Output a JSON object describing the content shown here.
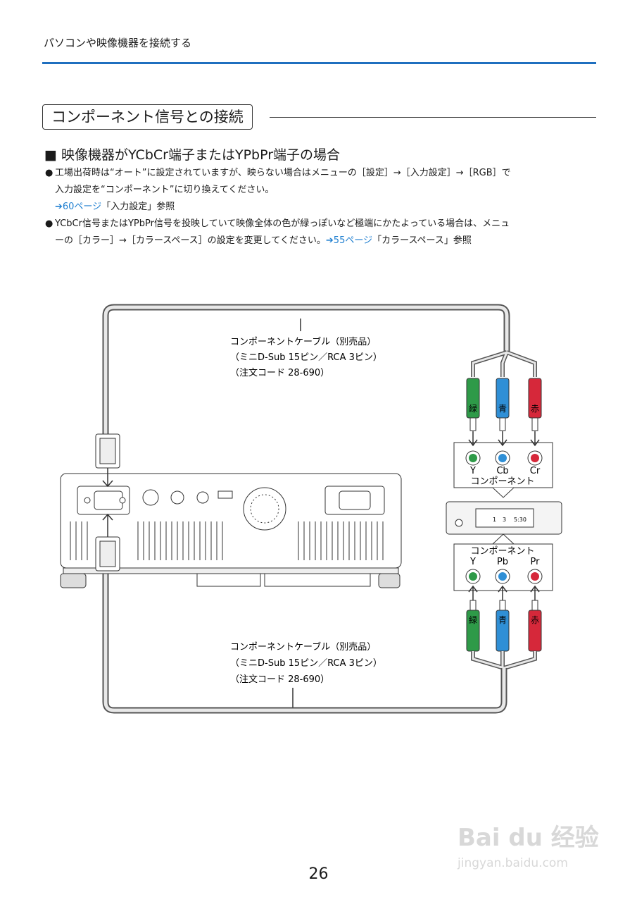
{
  "header": {
    "title": "パソコンや映像機器を接続する"
  },
  "section": {
    "title": "コンポーネント信号との接続"
  },
  "subsection": {
    "title": "■ 映像機器がYCbCr端子またはYPbPr端子の場合"
  },
  "bullets": {
    "b1_line1": "工場出荷時は“オート”に設定されていますが、映らない場合はメニューの［設定］→［入力設定］→［RGB］で",
    "b1_line2": "入力設定を“コンポーネント”に切り換えてください。",
    "b1_ref": "➔60ページ",
    "b1_ref_tail": "「入力設定」参照",
    "b2_line1": "YCbCr信号またはYPbPr信号を投映していて映像全体の色が緑っぽいなど極端にかたよっている場合は、メニュ",
    "b2_line2": "ーの［カラー］→［カラースペース］の設定を変更してください。",
    "b2_ref": "➔55ページ",
    "b2_ref_tail": "「カラースペース」参照",
    "bullet_mark": "●"
  },
  "diagram": {
    "cable_top": {
      "line1": "コンポーネントケーブル（別売品）",
      "line2": "（ミニD-Sub 15ピン／RCA 3ピン）",
      "line3": "（注文コード 28-690）"
    },
    "cable_bottom": {
      "line1": "コンポーネントケーブル（別売品）",
      "line2": "（ミニD-Sub 15ピン／RCA 3ピン）",
      "line3": "（注文コード 28-690）"
    },
    "plug_top": {
      "green": "緑",
      "blue": "青",
      "red": "赤"
    },
    "plug_bottom": {
      "green": "緑",
      "blue": "青",
      "red": "赤"
    },
    "jack_top": {
      "y": "Y",
      "cb": "Cb",
      "cr": "Cr",
      "label": "コンポーネント"
    },
    "jack_bottom": {
      "label": "コンポーネント",
      "y": "Y",
      "pb": "Pb",
      "pr": "Pr"
    },
    "player_display": {
      "a": "1",
      "b": "3",
      "c": "5:30"
    },
    "colors": {
      "green": "#2e9a48",
      "blue": "#2f8fd6",
      "red": "#d6283a"
    }
  },
  "watermark": {
    "brand": "Bai du 经验",
    "url": "jingyan.baidu.com"
  },
  "page_number": "26"
}
